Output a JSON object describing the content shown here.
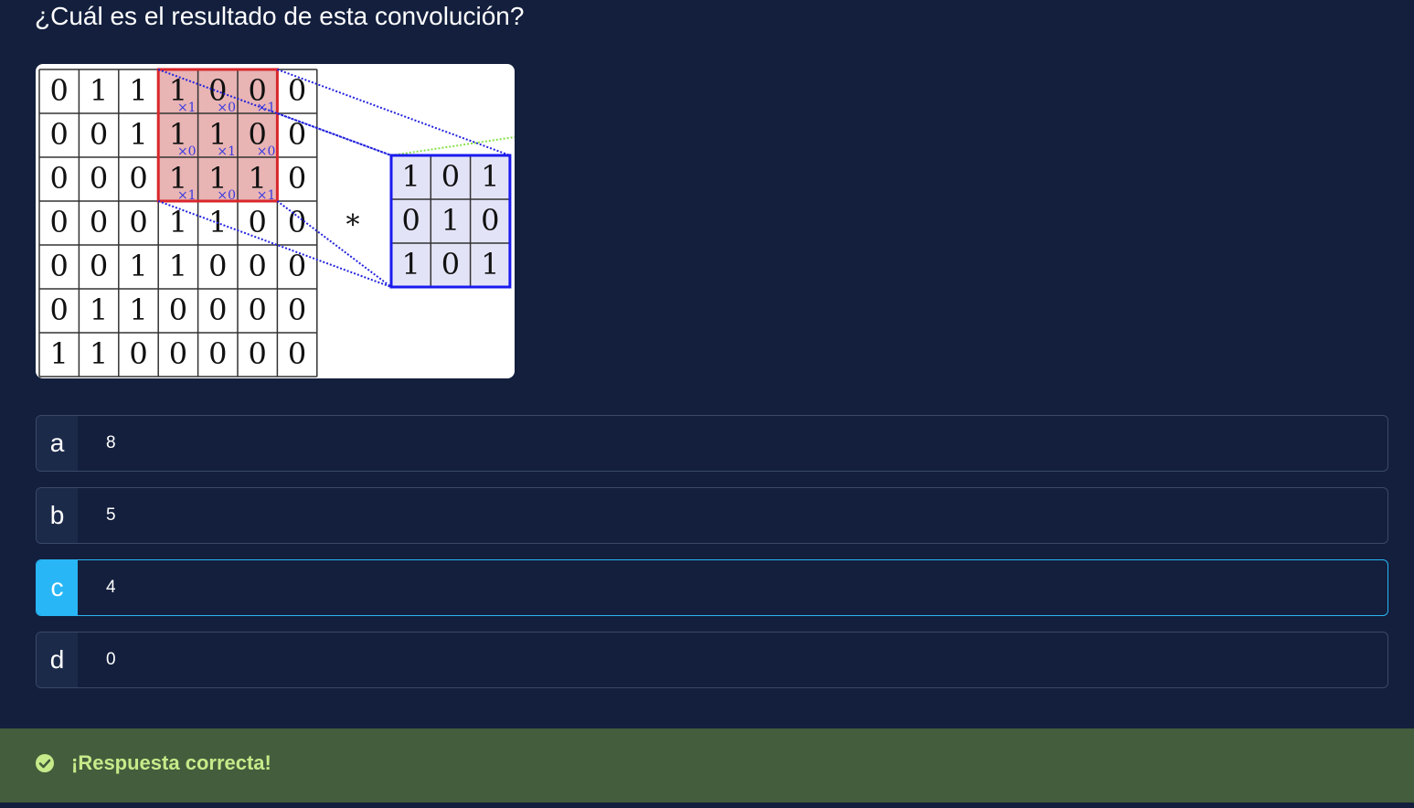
{
  "question": {
    "text": "¿Cuál es el resultado de esta convolución?"
  },
  "figure": {
    "input_matrix": [
      [
        "0",
        "1",
        "1",
        "1",
        "0",
        "0",
        "0"
      ],
      [
        "0",
        "0",
        "1",
        "1",
        "1",
        "0",
        "0"
      ],
      [
        "0",
        "0",
        "0",
        "1",
        "1",
        "1",
        "0"
      ],
      [
        "0",
        "0",
        "0",
        "1",
        "1",
        "0",
        "0"
      ],
      [
        "0",
        "0",
        "1",
        "1",
        "0",
        "0",
        "0"
      ],
      [
        "0",
        "1",
        "1",
        "0",
        "0",
        "0",
        "0"
      ],
      [
        "1",
        "1",
        "0",
        "0",
        "0",
        "0",
        "0"
      ]
    ],
    "kernel_weights": [
      [
        "×1",
        "×0",
        "×1"
      ],
      [
        "×0",
        "×1",
        "×0"
      ],
      [
        "×1",
        "×0",
        "×1"
      ]
    ],
    "operator": "*",
    "kernel_matrix": [
      [
        "1",
        "0",
        "1"
      ],
      [
        "0",
        "1",
        "0"
      ],
      [
        "1",
        "0",
        "1"
      ]
    ],
    "colors": {
      "highlight_fill": "#e8b4b4",
      "highlight_border": "#d9262b",
      "kernel_fill": "#e3e3f8",
      "kernel_border": "#1a1aee",
      "weight_text": "#3a3ae0",
      "guide_blue": "#2222dd",
      "guide_green": "#88e04a"
    }
  },
  "options": [
    {
      "letter": "a",
      "text": "8",
      "selected": false
    },
    {
      "letter": "b",
      "text": "5",
      "selected": false
    },
    {
      "letter": "c",
      "text": "4",
      "selected": true
    },
    {
      "letter": "d",
      "text": "0",
      "selected": false
    }
  ],
  "feedback": {
    "icon": "check-circle-icon",
    "message": "¡Respuesta correcta!",
    "colors": {
      "background": "#445d3c",
      "text": "#c7ea8a"
    }
  },
  "colors": {
    "page_background": "#131f3d",
    "accent": "#29b6f6",
    "option_border": "#3b4866",
    "letter_background": "#1c2a4a"
  }
}
